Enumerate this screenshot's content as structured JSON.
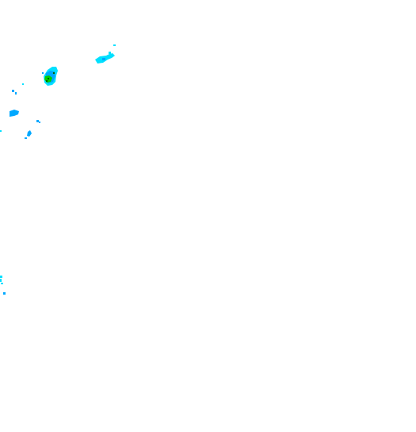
{
  "map": {
    "background_color": "#ffffff",
    "palette": {
      "light": "#00e0ff",
      "medium": "#00a8ff",
      "strong": "#00d000",
      "core": "#006000"
    },
    "echoes": [
      {
        "id": "cell-northeast",
        "intensity": "light"
      },
      {
        "id": "cell-central",
        "intensity": "strong"
      },
      {
        "id": "cell-west",
        "intensity": "medium"
      },
      {
        "id": "specks-scattered",
        "intensity": "light"
      },
      {
        "id": "cell-west-edge",
        "intensity": "light"
      }
    ]
  }
}
